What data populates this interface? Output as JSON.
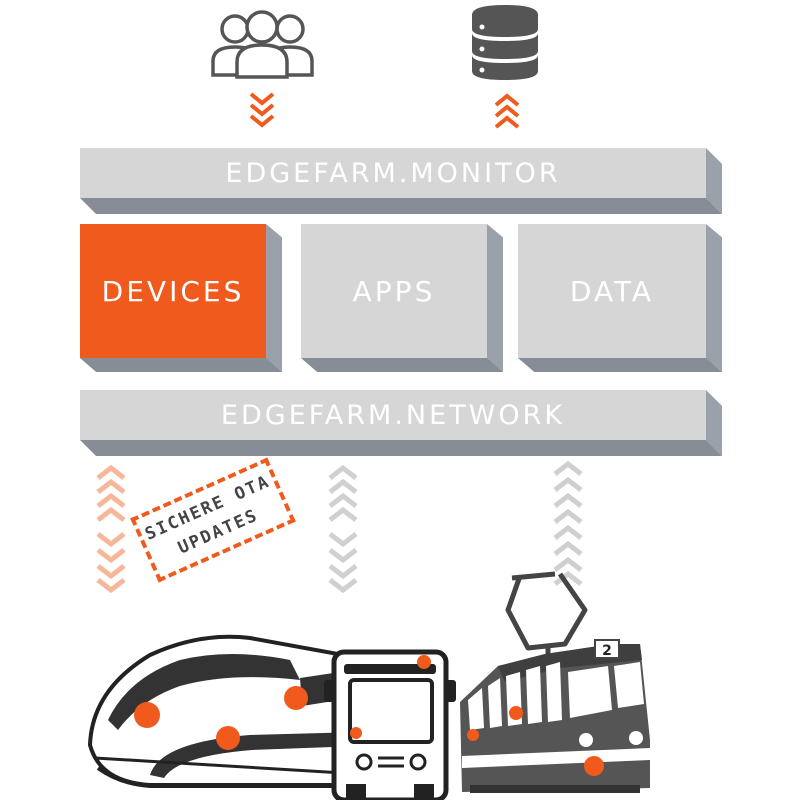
{
  "layers": {
    "monitor": "EDGEFARM.MONITOR",
    "devices": "DEVICES",
    "apps": "APPS",
    "data": "DATA",
    "network": "EDGEFARM.NETWORK"
  },
  "stamp": {
    "line1": "SICHERE OTA",
    "line2": "UPDATES"
  },
  "tram_number": "2",
  "icons": [
    "users-icon",
    "database-icon",
    "arrow-down-icon",
    "arrow-up-icon",
    "train-icon",
    "bus-icon",
    "tram-icon"
  ],
  "colors": {
    "accent": "#f05a1c",
    "block_face": "#d6d6d6",
    "block_side": "#9aa1aa",
    "text_on_block": "#ffffff",
    "chevron_light": "#d0d0d0",
    "chevron_orange_light": "#f7b79b",
    "vehicle_dark": "#444444"
  }
}
